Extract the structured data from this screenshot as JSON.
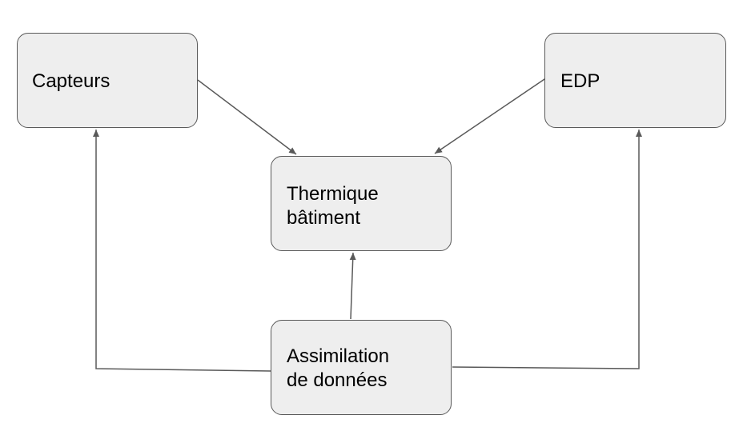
{
  "diagram": {
    "nodes": {
      "capteurs": {
        "line1": "Capteurs",
        "line2": ""
      },
      "edp": {
        "line1": "EDP",
        "line2": ""
      },
      "thermique": {
        "line1": "Thermique",
        "line2": "bâtiment"
      },
      "assimilation": {
        "line1": "Assimilation",
        "line2": "de données"
      }
    },
    "edges": [
      {
        "from": "Capteurs",
        "to": "Thermique bâtiment"
      },
      {
        "from": "EDP",
        "to": "Thermique bâtiment"
      },
      {
        "from": "Assimilation de données",
        "to": "Thermique bâtiment"
      },
      {
        "from": "Assimilation de données",
        "to": "Capteurs"
      },
      {
        "from": "Assimilation de données",
        "to": "EDP"
      }
    ],
    "colors": {
      "box_fill": "#eeeeee",
      "box_border": "#595959",
      "edge": "#595959",
      "text": "#000000"
    }
  }
}
